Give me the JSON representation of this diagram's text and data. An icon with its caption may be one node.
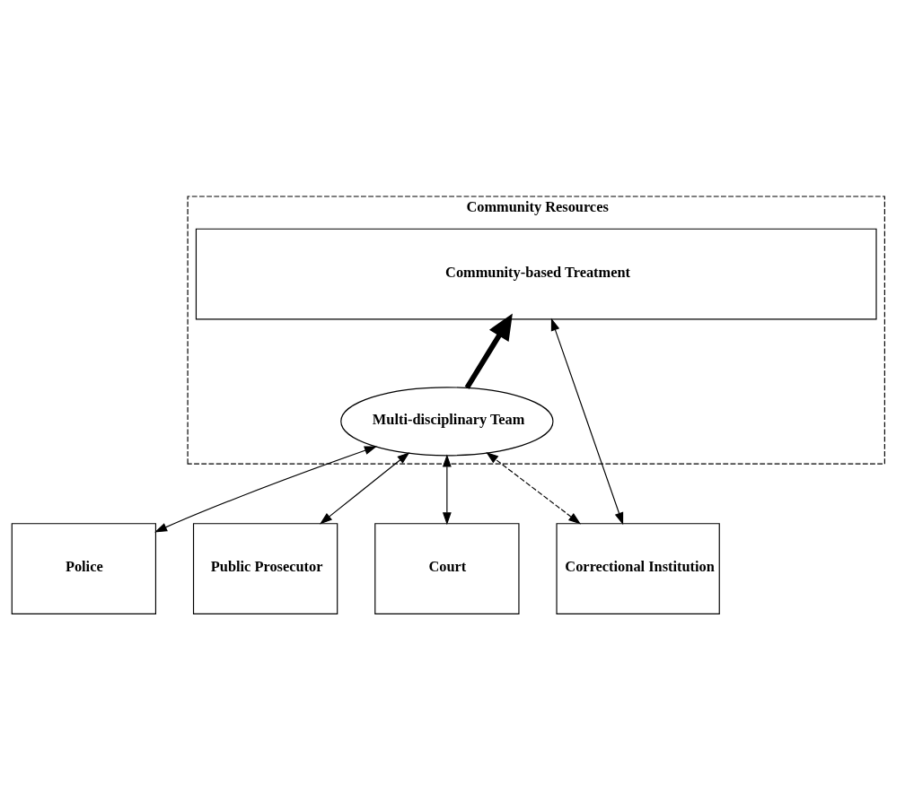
{
  "diagram": {
    "nodes": [
      {
        "text": [
          "Community Resources"
        ]
      },
      {
        "text": [
          "Community-based Treatment"
        ],
        "in": 0
      },
      {
        "text": [
          "Multi-disciplinary Team"
        ],
        "in": 0
      },
      {
        "text": [
          "Police"
        ]
      },
      {
        "text": [
          "Public Prosecutor"
        ]
      },
      {
        "text": [
          "Court"
        ]
      },
      {
        "text": [
          "Correctional Institution"
        ]
      }
    ],
    "edges": [
      {
        "from": 2,
        "to": 1,
        "arrow": "to",
        "style": "thick"
      },
      {
        "from": 2,
        "to": 3,
        "arrow": "both"
      },
      {
        "from": 2,
        "to": 4,
        "arrow": "both"
      },
      {
        "from": 2,
        "to": 5,
        "arrow": "both"
      },
      {
        "from": 2,
        "to": 6,
        "arrow": "both",
        "style": "dashed"
      },
      {
        "from": 1,
        "to": 6,
        "arrow": "both"
      }
    ]
  }
}
